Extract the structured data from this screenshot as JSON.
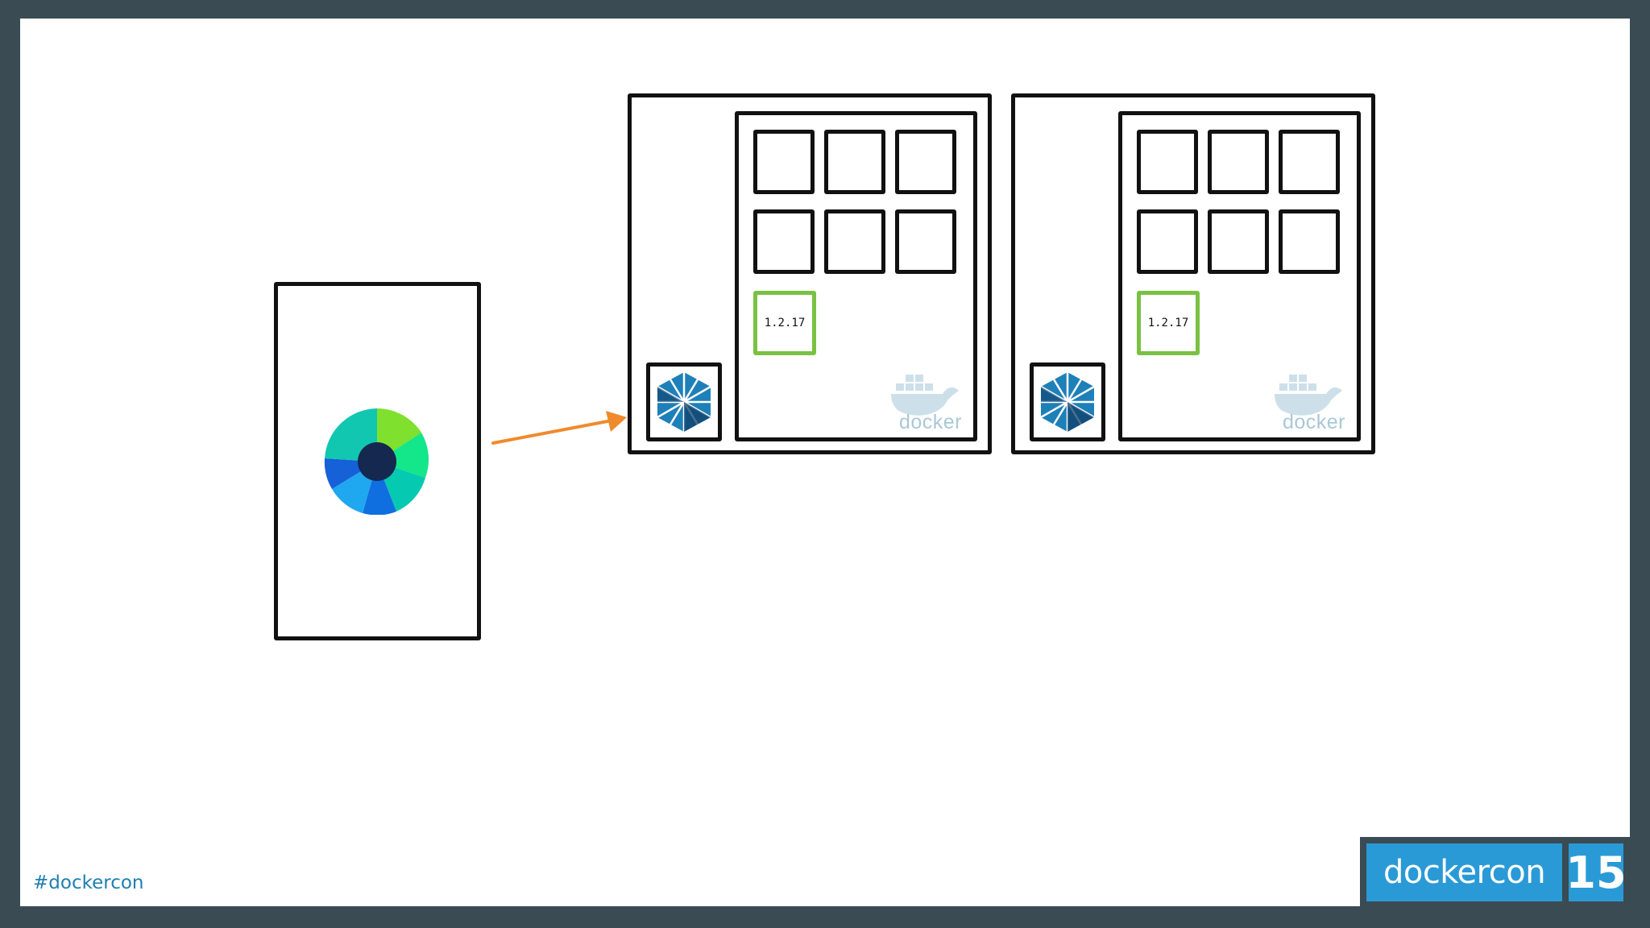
{
  "diagram": {
    "hosts": [
      {
        "version": "1.2.17",
        "engine_brand": "docker"
      },
      {
        "version": "1.2.17",
        "engine_brand": "docker"
      }
    ]
  },
  "footer": {
    "hashtag": "#dockercon"
  },
  "badge": {
    "name": "dockercon",
    "year": "15"
  },
  "colors": {
    "frame": "#3a4b54",
    "accent_blue": "#2a9ad6",
    "version_green": "#7ac143",
    "arrow_orange": "#f08a2c",
    "docker_whale": "#a9c8d6"
  }
}
